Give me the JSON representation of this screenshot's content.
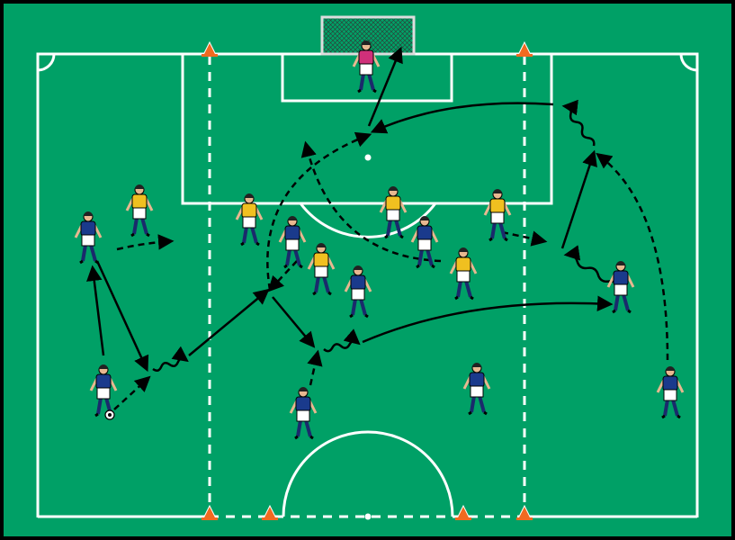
{
  "diagram": {
    "type": "soccer-drill",
    "colors": {
      "pitch": "#00a066",
      "border": "#000000",
      "lines": "#ffffff",
      "team_blue_shirt": "#1a3a8c",
      "team_yellow_shirt": "#f0c020",
      "goalkeeper_shirt": "#d0307a",
      "shorts": "#ffffff",
      "cone": "#f06a20",
      "arrow": "#000000"
    },
    "legend_icons": {
      "pass": "solid-arrow",
      "run": "dashed-arrow",
      "dribble": "wavy-arrow",
      "marker": "cone-icon",
      "ball": "ball-icon"
    },
    "teams": [
      {
        "id": "blue",
        "role": "attackers"
      },
      {
        "id": "yellow",
        "role": "defenders"
      },
      {
        "id": "gk",
        "role": "goalkeeper"
      }
    ]
  }
}
